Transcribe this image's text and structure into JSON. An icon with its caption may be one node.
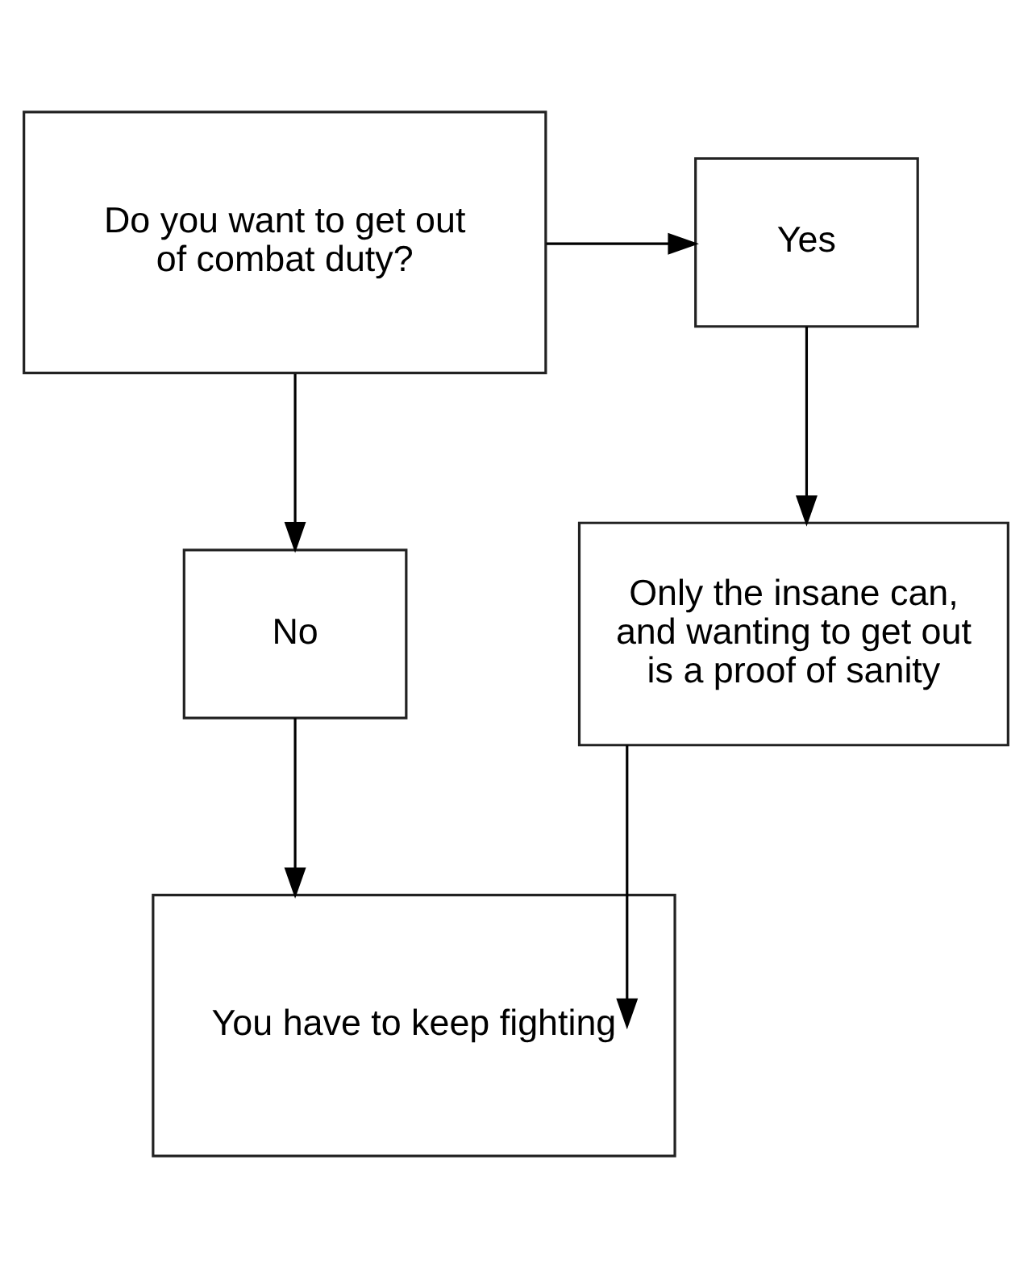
{
  "diagram": {
    "nodes": [
      {
        "text": [
          "Do you want to get out of combat duty?"
        ]
      },
      {
        "text": [
          "Yes"
        ]
      },
      {
        "text": [
          "No"
        ]
      },
      {
        "text": [
          "Only the insane can, and wanting to get out is a proof of sanity"
        ]
      },
      {
        "text": [
          "You have to keep fighting"
        ]
      }
    ],
    "edges": [
      {
        "from": 0,
        "to": 1,
        "arrow": "to"
      },
      {
        "from": 0,
        "to": 2,
        "arrow": "to"
      },
      {
        "from": 1,
        "to": 3,
        "arrow": "to"
      },
      {
        "from": 2,
        "to": 4,
        "arrow": "to"
      },
      {
        "from": 3,
        "to": 4,
        "arrow": "to"
      }
    ]
  }
}
